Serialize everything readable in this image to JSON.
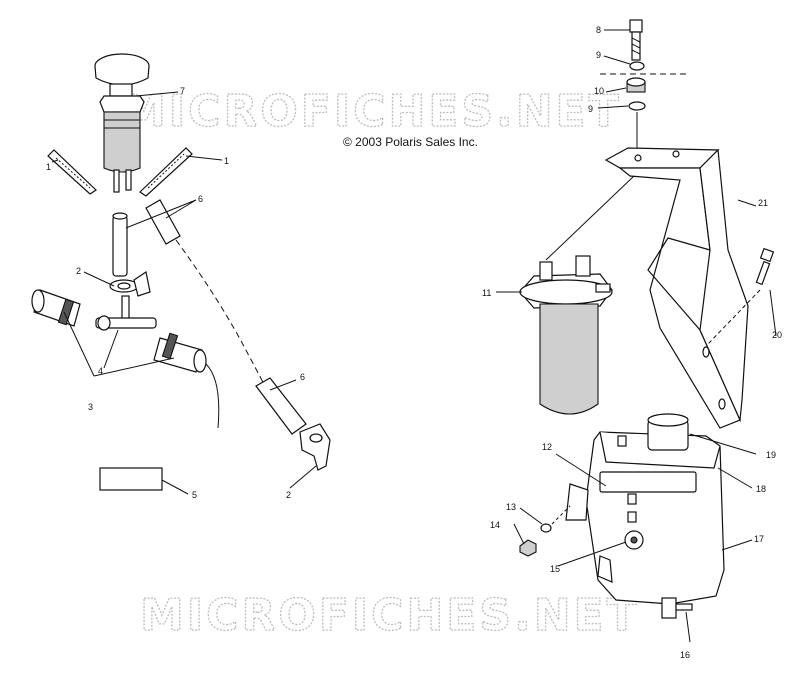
{
  "copyright": "© 2003 Polaris Sales Inc.",
  "watermark": "MICROFICHES.NET",
  "callouts": {
    "c1a": "1",
    "c1b": "1",
    "c2a": "2",
    "c2b": "2",
    "c3": "3",
    "c4": "4",
    "c5": "5",
    "c6a": "6",
    "c6b": "6",
    "c7": "7",
    "c8": "8",
    "c9a": "9",
    "c9b": "9",
    "c10": "10",
    "c11": "11",
    "c12": "12",
    "c13": "13",
    "c14": "14",
    "c15": "15",
    "c16": "16",
    "c17": "17",
    "c18": "18",
    "c19": "19",
    "c20": "20",
    "c21": "21"
  }
}
